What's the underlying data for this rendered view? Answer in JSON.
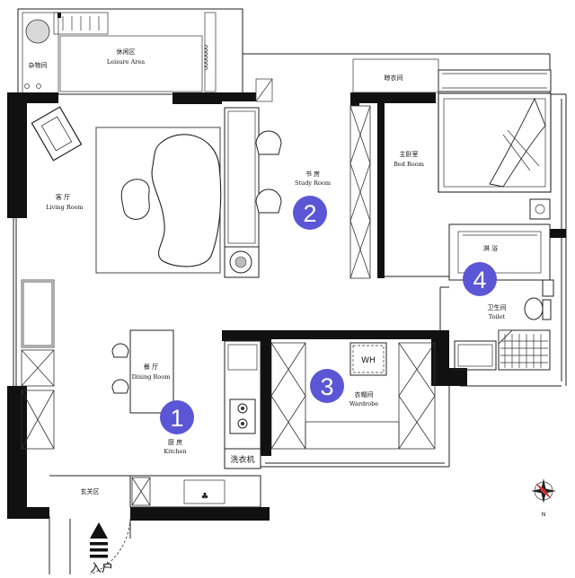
{
  "rooms": {
    "leisure": {
      "cn": "休闲区",
      "en": "Leisure Area"
    },
    "storage": {
      "cn": "杂物间"
    },
    "laundry": {
      "cn": "晾衣间"
    },
    "living": {
      "cn": "客 厅",
      "en": "Living Room"
    },
    "study": {
      "cn": "书 房",
      "en": "Study Room"
    },
    "bedroom": {
      "cn": "主卧室",
      "en": "Bed Room"
    },
    "bath": {
      "cn": "淋 浴"
    },
    "toilet": {
      "cn": "卫生间",
      "en": "Toilet"
    },
    "dining": {
      "cn": "餐 厅",
      "en": "Dining Room"
    },
    "kitchen": {
      "cn": "厨 房",
      "en": "Kitchen"
    },
    "wardrobe": {
      "cn": "衣帽间",
      "en": "Wardrobe"
    },
    "wh": {
      "label": "WH"
    },
    "washer": {
      "label": "洗衣机"
    },
    "entry": {
      "cn": "玄关区"
    },
    "entrance": {
      "label": "入户"
    }
  },
  "markers": [
    {
      "id": "1",
      "color": "#5b56d6"
    },
    {
      "id": "2",
      "color": "#5b56d6"
    },
    {
      "id": "3",
      "color": "#5b56d6"
    },
    {
      "id": "4",
      "color": "#5b56d6"
    }
  ],
  "compass": {
    "label": "N"
  },
  "icons": [
    "entrance-arrow-icon",
    "compass-icon",
    "bed-icon",
    "sofa-icon",
    "stove-icon",
    "toilet-icon",
    "sink-icon"
  ]
}
